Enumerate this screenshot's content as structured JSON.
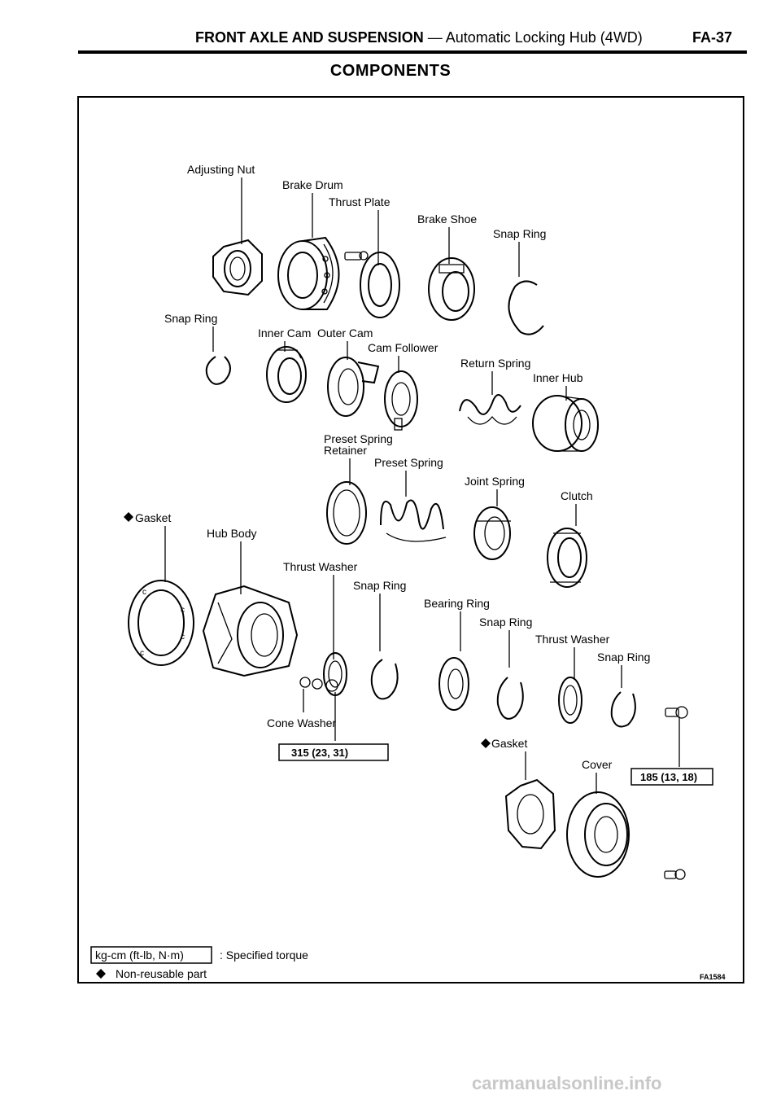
{
  "header": {
    "section": "FRONT AXLE AND SUSPENSION",
    "subtitle": "— Automatic Locking Hub (4WD)",
    "page": "FA-37"
  },
  "title": "COMPONENTS",
  "parts": {
    "adjusting_nut": "Adjusting Nut",
    "brake_drum": "Brake Drum",
    "thrust_plate": "Thrust Plate",
    "brake_shoe": "Brake Shoe",
    "snap_ring_1": "Snap Ring",
    "snap_ring_2": "Snap Ring",
    "inner_cam": "Inner Cam",
    "outer_cam": "Outer Cam",
    "cam_follower": "Cam Follower",
    "return_spring": "Return Spring",
    "inner_hub": "Inner Hub",
    "preset_spring_retainer_1": "Preset Spring",
    "preset_spring_retainer_2": "Retainer",
    "preset_spring": "Preset Spring",
    "joint_spring": "Joint Spring",
    "clutch": "Clutch",
    "gasket_1": "Gasket",
    "hub_body": "Hub Body",
    "thrust_washer_1": "Thrust Washer",
    "snap_ring_3": "Snap Ring",
    "bearing_ring": "Bearing Ring",
    "snap_ring_4": "Snap Ring",
    "thrust_washer_2": "Thrust Washer",
    "snap_ring_5": "Snap Ring",
    "cone_washer": "Cone Washer",
    "gasket_2": "Gasket",
    "cover": "Cover"
  },
  "torque": {
    "hub_body_bolt": "315 (23, 31)",
    "cover_bolt": "185 (13, 18)"
  },
  "legend": {
    "torque_box": "kg-cm (ft-lb, N·m)",
    "torque_text": ": Specified torque",
    "nonreusable_text": "Non-reusable part"
  },
  "figure_code": "FA1584",
  "watermark": "carmanualsonline.info"
}
